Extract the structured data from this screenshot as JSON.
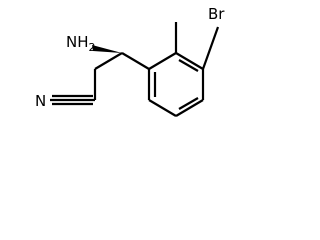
{
  "molecule": {
    "atoms": {
      "bromine": "Br",
      "amine_n": "N",
      "amine_h": "H",
      "amine_h_count": "2",
      "nitrile_n": "N"
    },
    "stereo": {
      "amine_bond": "wedge"
    },
    "colors": {
      "bond": "#000000",
      "text": "#000000",
      "background": "#ffffff"
    }
  }
}
